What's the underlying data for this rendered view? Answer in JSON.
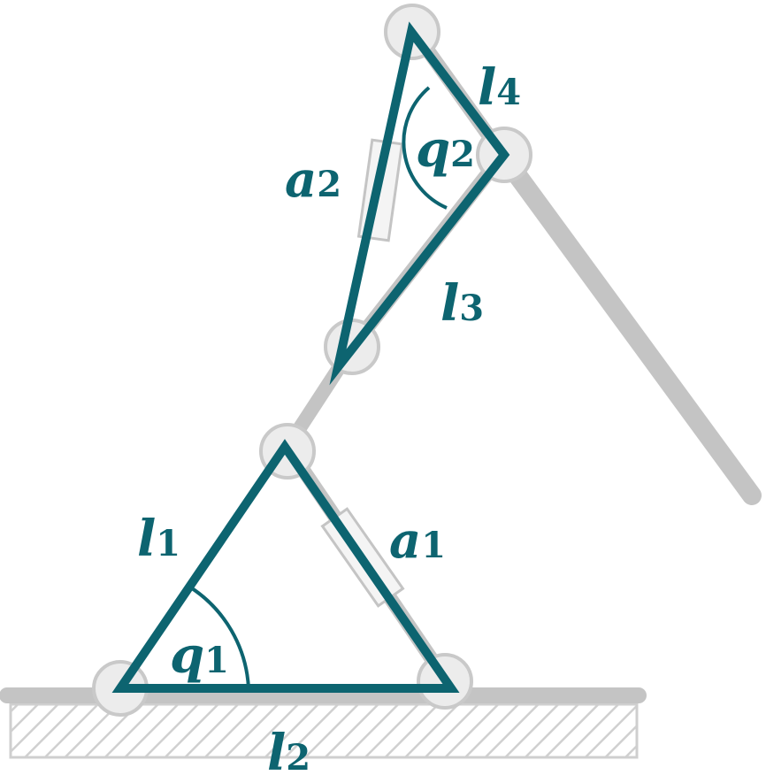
{
  "labels": {
    "l1": {
      "base": "l",
      "sub": "1"
    },
    "l2": {
      "base": "l",
      "sub": "2"
    },
    "l3": {
      "base": "l",
      "sub": "3"
    },
    "l4": {
      "base": "l",
      "sub": "4"
    },
    "a1": {
      "base": "a",
      "sub": "1"
    },
    "a2": {
      "base": "a",
      "sub": "2"
    },
    "q1": {
      "base": "q",
      "sub": "1"
    },
    "q2": {
      "base": "q",
      "sub": "2"
    }
  },
  "colors": {
    "accent": "#0d6470",
    "mechanism": "#c4c4c4",
    "joint_fill": "#ececec",
    "ground_hatch": "#d0d0d0"
  }
}
